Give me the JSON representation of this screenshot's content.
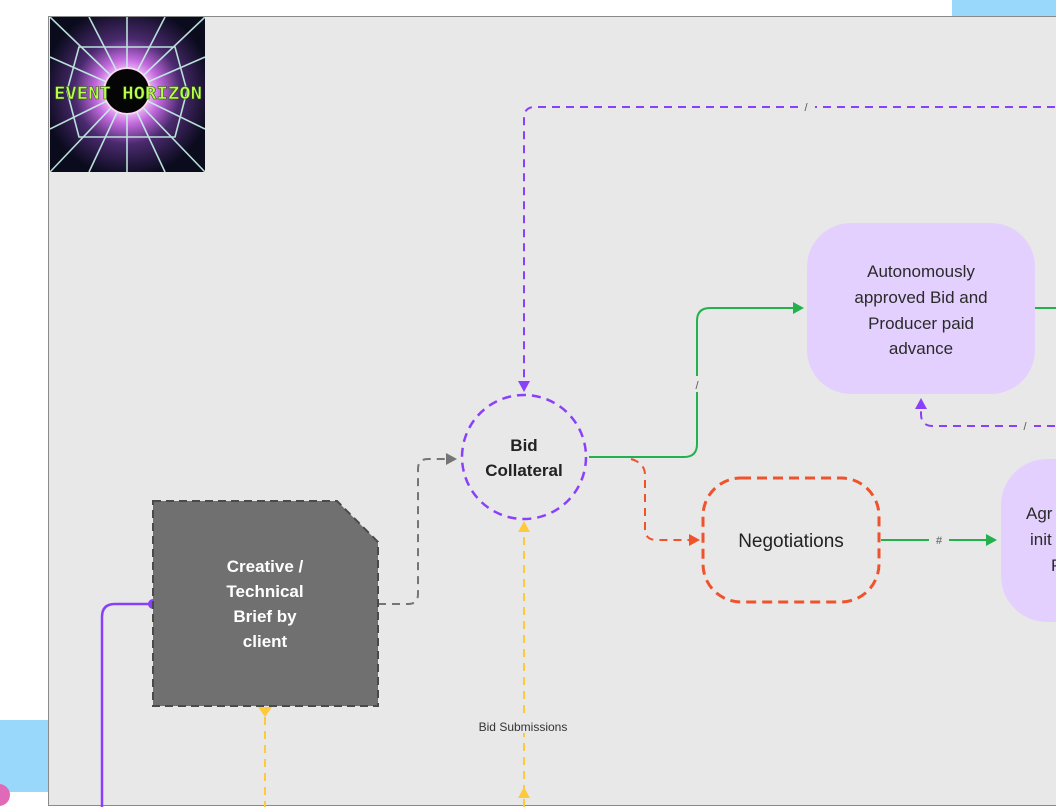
{
  "logo": {
    "text": "EVENT HORIZON"
  },
  "nodes": {
    "brief": {
      "line1": "Creative /",
      "line2": "Technical",
      "line3": "Brief by",
      "line4": "client"
    },
    "bid_collateral": {
      "line1": "Bid",
      "line2": "Collateral"
    },
    "autonomous": {
      "line1": "Autonomously",
      "line2": "approved Bid and",
      "line3": "Producer paid",
      "line4": "advance"
    },
    "negotiations": {
      "label": "Negotiations"
    },
    "agreement_partial": {
      "line1": "Agr",
      "line2": "init",
      "line3": "P"
    }
  },
  "edge_labels": {
    "top_loop": "/",
    "to_autonomous": "/",
    "return_loop": "/",
    "negotiation_to_agreement": "#",
    "bid_submissions": "Bid Submissions"
  },
  "colors": {
    "purple": "#8a3ffc",
    "green": "#22b14c",
    "orange": "#f0532c",
    "yellow": "#ffc93c",
    "gray": "#757575",
    "node_fill_purple": "#e4d0ff",
    "node_fill_dark": "#707070",
    "canvas": "#e8e8e8"
  }
}
